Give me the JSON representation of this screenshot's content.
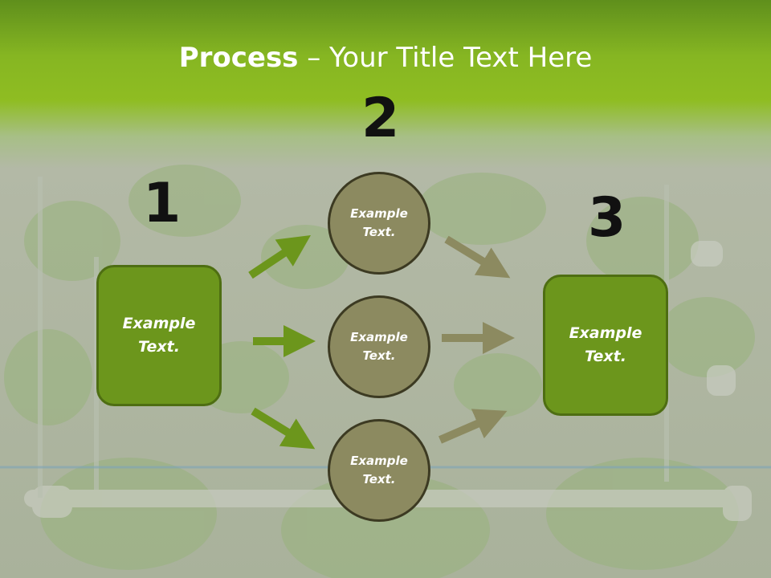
{
  "title": {
    "bold": "Process",
    "rest": " – Your Title Text Here"
  },
  "numbers": [
    "1",
    "2",
    "3"
  ],
  "left_box": "Example\nText.",
  "right_box": "Example\nText.",
  "circles": [
    "Example\nText.",
    "Example\nText.",
    "Example\nText."
  ],
  "colors": {
    "box_fill": "#6c961c",
    "circle_fill": "#8c8a60",
    "arrow_left": "#6c961c",
    "arrow_right": "#8c8a60"
  }
}
